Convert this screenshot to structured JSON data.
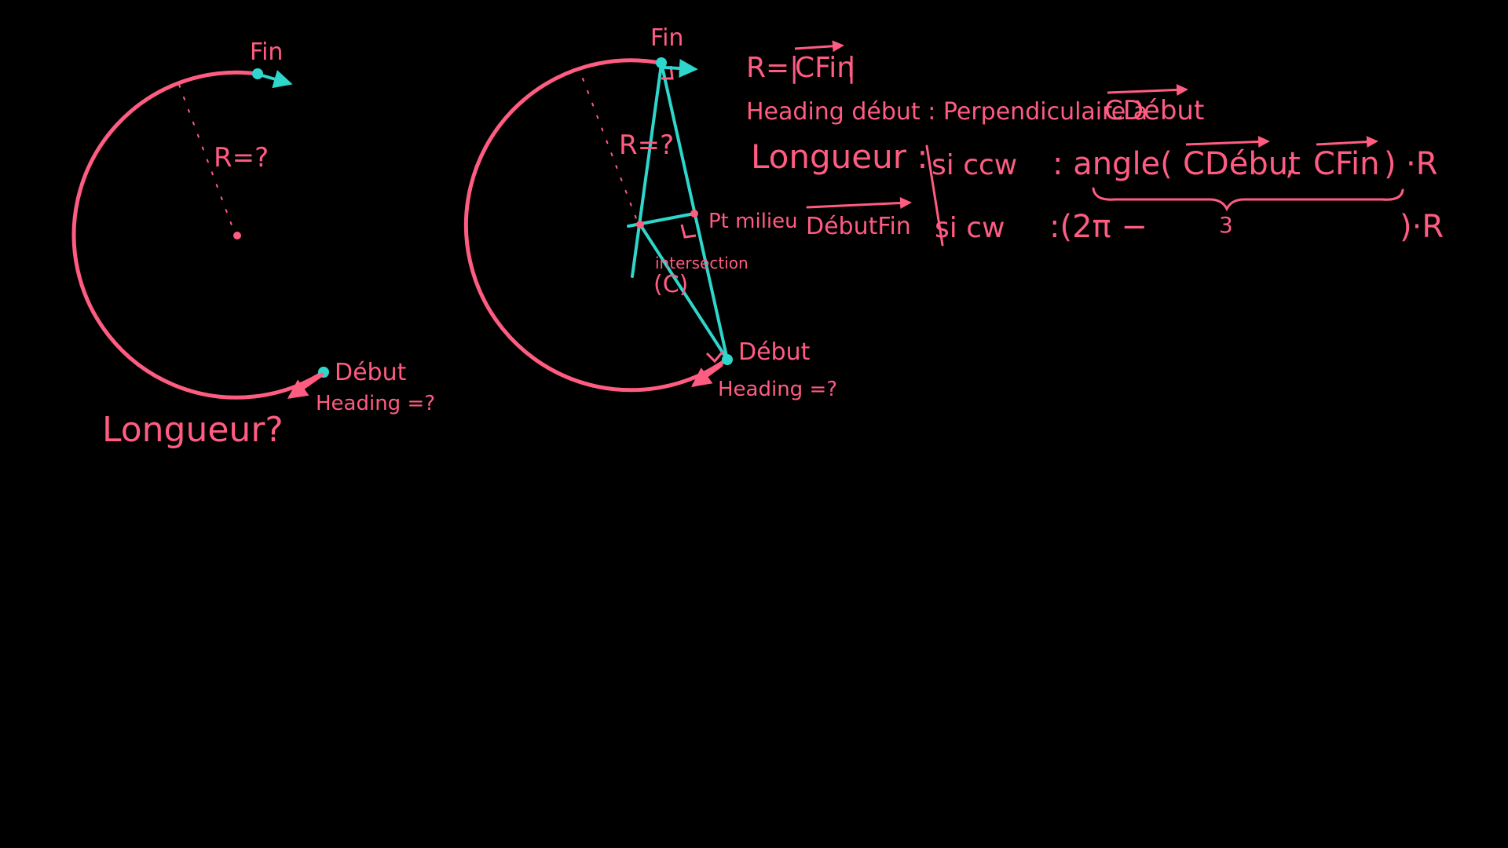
{
  "colors": {
    "background": "#000000",
    "pink": "#ff5c82",
    "cyan": "#2fd6cc"
  },
  "left_figure": {
    "fin_label": "Fin",
    "radius_label": "R=?",
    "debut_label": "Début",
    "heading_label": "Heading =?",
    "longueur_label": "Longueur?"
  },
  "right_figure": {
    "fin_label": "Fin",
    "radius_label": "R=?",
    "debut_label": "Début",
    "heading_label": "Heading =?",
    "midpoint_label": "Pt milieu",
    "midpoint_vector": "DébutFin",
    "intersection_label": "intersection",
    "center_label": "(C)"
  },
  "notes": {
    "line1_prefix": "R=|",
    "line1_vector": "CFin",
    "line1_suffix": "|",
    "line2_prefix": "Heading début : Perpendiculaire à",
    "line2_vector": "CDébut",
    "line3_label": "Longueur :",
    "line3_case1_cond": "si ccw",
    "line3_case1_expr_start": ": angle(",
    "line3_case1_vec1": "CDébut",
    "line3_case1_comma": ",",
    "line3_case1_vec2": "CFin",
    "line3_case1_expr_end": ")",
    "line3_case1_mult": "·R",
    "line3_case2_cond": "si cw",
    "line3_case2_expr": ":(2π −",
    "line3_case2_brace_mark": "3",
    "line3_case2_mult": ")·R"
  }
}
